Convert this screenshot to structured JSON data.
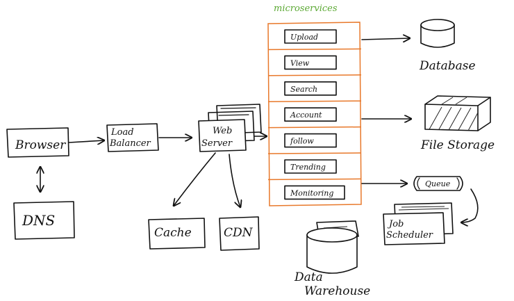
{
  "colors": {
    "microservices_border": "#e8782a",
    "title_green": "#5aa832",
    "ink": "#111111"
  },
  "microservices": {
    "title": "microservices",
    "services": [
      "Upload",
      "View",
      "Search",
      "Account",
      "follow",
      "Trending",
      "Monitoring"
    ]
  },
  "nodes": {
    "browser": "Browser",
    "dns": "DNS",
    "load_balancer_line1": "Load",
    "load_balancer_line2": "Balancer",
    "web_server_line1": "Web",
    "web_server_line2": "Server",
    "cache": "Cache",
    "cdn": "CDN",
    "database": "Database",
    "file_storage": "File Storage",
    "queue": "Queue",
    "job_scheduler_line1": "Job",
    "job_scheduler_line2": "Scheduler",
    "data_warehouse_line1": "Data",
    "data_warehouse_line2": "Warehouse"
  }
}
